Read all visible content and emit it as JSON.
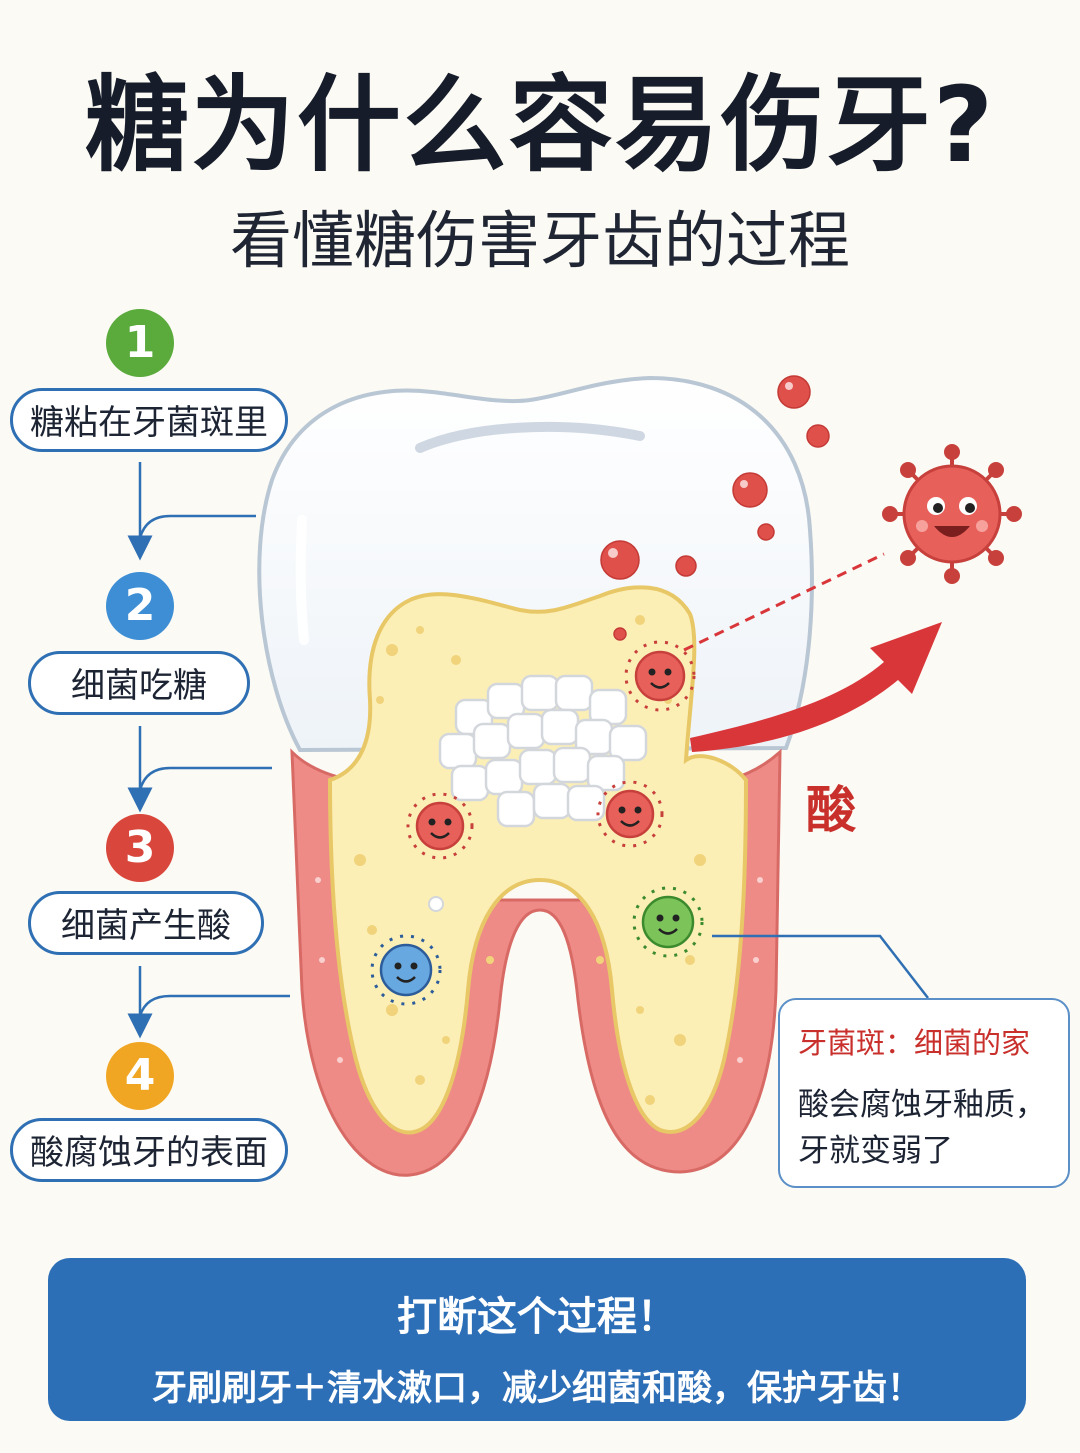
{
  "header": {
    "title": "糖为什么容易伤牙?",
    "subtitle": "看懂糖伤害牙齿的过程"
  },
  "steps": [
    {
      "number": "1",
      "label": "糖粘在牙菌斑里",
      "color": "#5aaa3c"
    },
    {
      "number": "2",
      "label": "细菌吃糖",
      "color": "#3d8ed4"
    },
    {
      "number": "3",
      "label": "细菌产生酸",
      "color": "#d9473c"
    },
    {
      "number": "4",
      "label": "酸腐蚀牙的表面",
      "color": "#f0a623"
    }
  ],
  "acid_label": "酸",
  "info_box": {
    "title": "牙菌斑：细菌的家",
    "line1": "酸会腐蚀牙釉质，",
    "line2": "牙就变弱了"
  },
  "banner": {
    "title": "打断这个过程！",
    "text": "牙刷刷牙＋清水漱口，减少细菌和酸，保护牙齿！"
  },
  "colors": {
    "accent_blue": "#2c6fb7",
    "acid_red": "#c9302c",
    "plaque_yellow": "#fbefb6",
    "gum_pink": "#ef8b86"
  }
}
